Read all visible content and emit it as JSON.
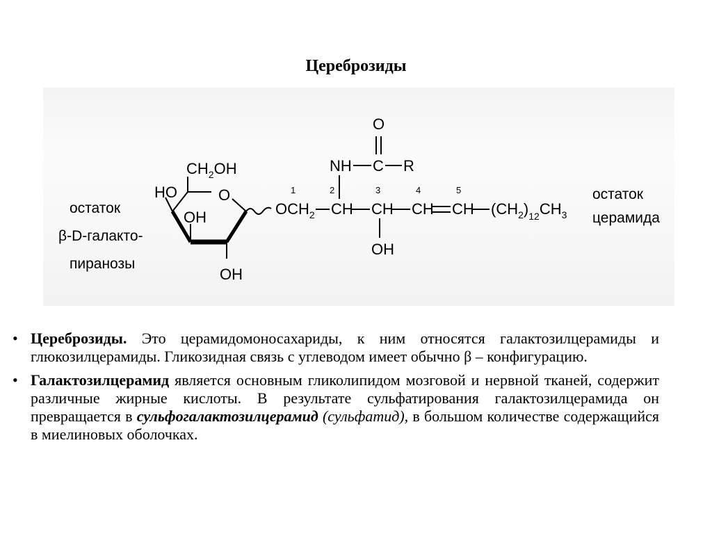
{
  "slide": {
    "title": "Цереброзиды"
  },
  "figure": {
    "label_left": [
      "остаток",
      "β-D-галакто-",
      "пиранозы"
    ],
    "label_right": [
      "остаток",
      "церамида"
    ],
    "ring": {
      "ch2oh": "CH",
      "ch2oh_sub": "2",
      "ch2oh_tail": "OH",
      "ho": "HO",
      "o": "O",
      "oh_inner": "OH",
      "oh_bottom": "OH"
    },
    "chain": {
      "och2": "OCH",
      "och2_sub": "2",
      "ch_a": "CH",
      "ch_b": "CH",
      "ch_c": "CH",
      "ch_d": "CH",
      "ch2_paren": "(CH",
      "ch2_sub": "2",
      "ch2_close": ")",
      "n12": "12",
      "ch3": "CH",
      "ch3_sub": "3",
      "nh": "NH",
      "c": "C",
      "r": "R",
      "o_top": "O",
      "oh": "OH",
      "numbers": [
        "1",
        "2",
        "3",
        "4",
        "5"
      ]
    }
  },
  "bullets": [
    {
      "bold": "Цереброзиды.",
      "text": " Это церамидомоносахариды, к ним относятся галактозилцерамиды и глюкозилцерамиды. Гликозидная связь с углеводом имеет обычно β – конфигурацию."
    },
    {
      "bold": "Галактозилцерамид",
      "text": " является основным гликолипидом мозговой и нервной тканей, содержит различные жирные кислоты. В результате сульфатирования галактозилцерамида он превращается в ",
      "bold_italic": "сульфогалактозилцерамид",
      "paren_italic": " (сульфатид),",
      "tail": " в большом количестве содержащийся в миелиновых оболочках."
    }
  ]
}
